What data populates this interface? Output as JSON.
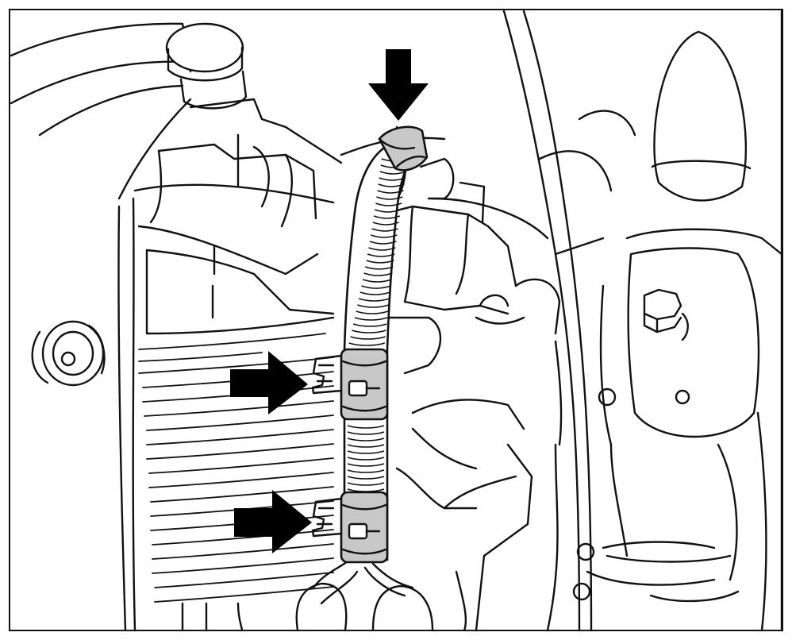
{
  "figure": {
    "style": "line-art service illustration",
    "colors": {
      "line": "#111111",
      "background": "#ffffff",
      "clamp_band": "#c8c8c8",
      "arrow": "#000000"
    },
    "components": [
      "corrugated-harness-conduit",
      "harness-top-grommet",
      "harness-clamp-upper",
      "harness-clamp-lower",
      "clip-bracket-upper",
      "clip-bracket-lower",
      "indicator-arrow-top",
      "indicator-arrow-upper",
      "indicator-arrow-lower",
      "hex-bolt",
      "round-bolt",
      "strut-dome",
      "body-panel",
      "ribbed-cover",
      "connectors"
    ]
  }
}
